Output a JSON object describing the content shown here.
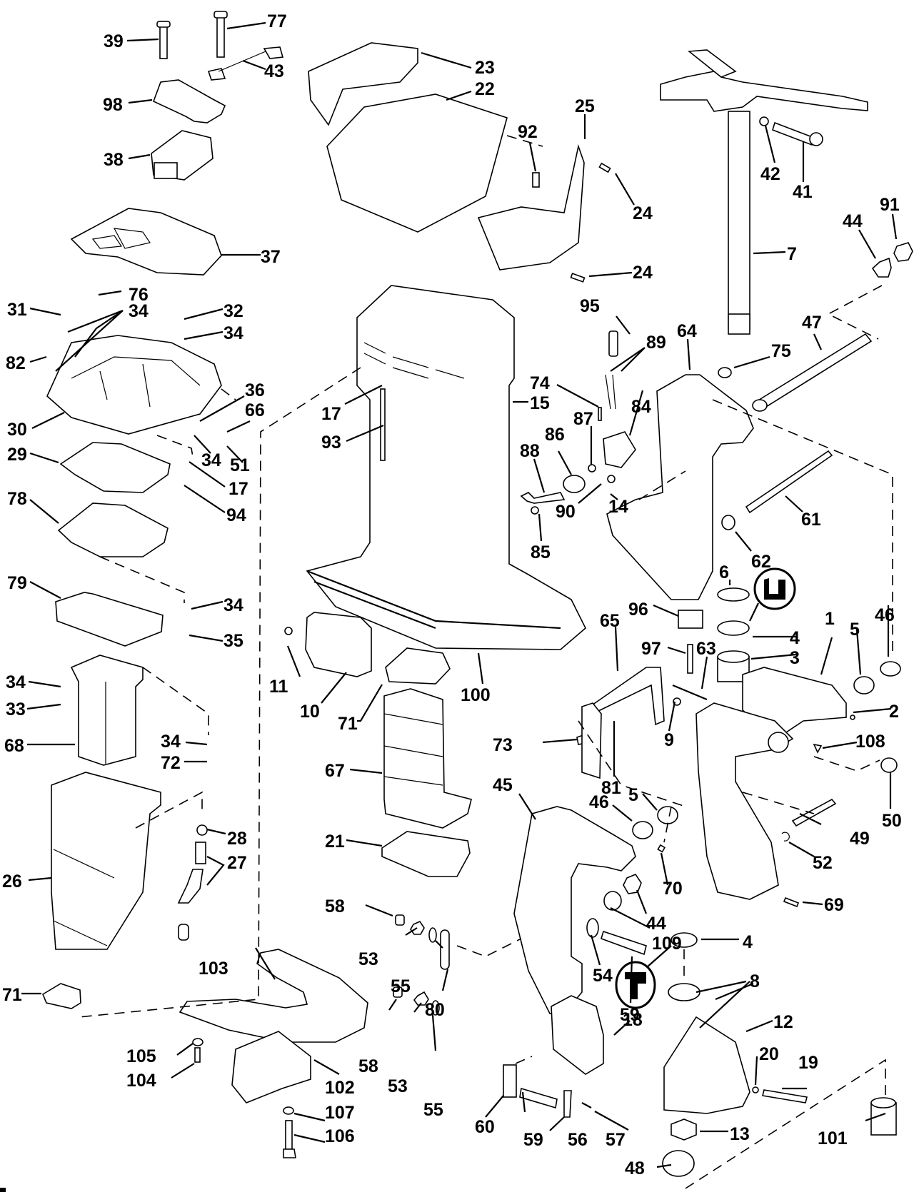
{
  "diagram": {
    "title": "",
    "type": "exploded parts diagram",
    "subject": "outboard motor midsection / exhaust housing / swivel and stern brackets",
    "callouts": [
      {
        "id": "c39",
        "label": "39"
      },
      {
        "id": "c77",
        "label": "77"
      },
      {
        "id": "c43",
        "label": "43"
      },
      {
        "id": "c98",
        "label": "98"
      },
      {
        "id": "c38",
        "label": "38"
      },
      {
        "id": "c37",
        "label": "37"
      },
      {
        "id": "c76",
        "label": "76"
      },
      {
        "id": "c31",
        "label": "31"
      },
      {
        "id": "c34a",
        "label": "34"
      },
      {
        "id": "c32",
        "label": "32"
      },
      {
        "id": "c34b",
        "label": "34"
      },
      {
        "id": "c82",
        "label": "82"
      },
      {
        "id": "c36",
        "label": "36"
      },
      {
        "id": "c66",
        "label": "66"
      },
      {
        "id": "c30",
        "label": "30"
      },
      {
        "id": "c34c",
        "label": "34"
      },
      {
        "id": "c51",
        "label": "51"
      },
      {
        "id": "c29",
        "label": "29"
      },
      {
        "id": "c17a",
        "label": "17"
      },
      {
        "id": "c94",
        "label": "94"
      },
      {
        "id": "c78",
        "label": "78"
      },
      {
        "id": "c79",
        "label": "79"
      },
      {
        "id": "c34d",
        "label": "34"
      },
      {
        "id": "c35",
        "label": "35"
      },
      {
        "id": "c34e",
        "label": "34"
      },
      {
        "id": "c33",
        "label": "33"
      },
      {
        "id": "c68",
        "label": "68"
      },
      {
        "id": "c34f",
        "label": "34"
      },
      {
        "id": "c72",
        "label": "72"
      },
      {
        "id": "c28",
        "label": "28"
      },
      {
        "id": "c27",
        "label": "27"
      },
      {
        "id": "c26",
        "label": "26"
      },
      {
        "id": "c71a",
        "label": "71"
      },
      {
        "id": "c23",
        "label": "23"
      },
      {
        "id": "c22",
        "label": "22"
      },
      {
        "id": "c25",
        "label": "25"
      },
      {
        "id": "c92",
        "label": "92"
      },
      {
        "id": "c24a",
        "label": "24"
      },
      {
        "id": "c24b",
        "label": "24"
      },
      {
        "id": "c42",
        "label": "42"
      },
      {
        "id": "c41",
        "label": "41"
      },
      {
        "id": "c7",
        "label": "7"
      },
      {
        "id": "c44a",
        "label": "44"
      },
      {
        "id": "c91",
        "label": "91"
      },
      {
        "id": "c95",
        "label": "95"
      },
      {
        "id": "c89",
        "label": "89"
      },
      {
        "id": "c64",
        "label": "64"
      },
      {
        "id": "c75",
        "label": "75"
      },
      {
        "id": "c47",
        "label": "47"
      },
      {
        "id": "c74",
        "label": "74"
      },
      {
        "id": "c17b",
        "label": "17"
      },
      {
        "id": "c15",
        "label": "15"
      },
      {
        "id": "c93",
        "label": "93"
      },
      {
        "id": "c87",
        "label": "87"
      },
      {
        "id": "c84",
        "label": "84"
      },
      {
        "id": "c86",
        "label": "86"
      },
      {
        "id": "c88",
        "label": "88"
      },
      {
        "id": "c14",
        "label": "14"
      },
      {
        "id": "c90",
        "label": "90"
      },
      {
        "id": "c85",
        "label": "85"
      },
      {
        "id": "c61",
        "label": "61"
      },
      {
        "id": "c62",
        "label": "62"
      },
      {
        "id": "c6",
        "label": "6"
      },
      {
        "id": "c96",
        "label": "96"
      },
      {
        "id": "c4a",
        "label": "4"
      },
      {
        "id": "c46a",
        "label": "46"
      },
      {
        "id": "c5a",
        "label": "5"
      },
      {
        "id": "c97",
        "label": "97"
      },
      {
        "id": "c63",
        "label": "63"
      },
      {
        "id": "c65",
        "label": "65"
      },
      {
        "id": "c3",
        "label": "3"
      },
      {
        "id": "c1",
        "label": "1"
      },
      {
        "id": "c2",
        "label": "2"
      },
      {
        "id": "c11",
        "label": "11"
      },
      {
        "id": "c10",
        "label": "10"
      },
      {
        "id": "c71b",
        "label": "71"
      },
      {
        "id": "c100",
        "label": "100"
      },
      {
        "id": "c9",
        "label": "9"
      },
      {
        "id": "c73",
        "label": "73"
      },
      {
        "id": "c81",
        "label": "81"
      },
      {
        "id": "c108",
        "label": "108"
      },
      {
        "id": "c50",
        "label": "50"
      },
      {
        "id": "c67",
        "label": "67"
      },
      {
        "id": "c45",
        "label": "45"
      },
      {
        "id": "c46b",
        "label": "46"
      },
      {
        "id": "c5b",
        "label": "5"
      },
      {
        "id": "c49",
        "label": "49"
      },
      {
        "id": "c21",
        "label": "21"
      },
      {
        "id": "c52",
        "label": "52"
      },
      {
        "id": "c70",
        "label": "70"
      },
      {
        "id": "c69",
        "label": "69"
      },
      {
        "id": "c58a",
        "label": "58"
      },
      {
        "id": "c44b",
        "label": "44"
      },
      {
        "id": "c53a",
        "label": "53"
      },
      {
        "id": "c55a",
        "label": "55"
      },
      {
        "id": "c109",
        "label": "109"
      },
      {
        "id": "c4b",
        "label": "4"
      },
      {
        "id": "c103",
        "label": "103"
      },
      {
        "id": "c80",
        "label": "80"
      },
      {
        "id": "c54",
        "label": "54"
      },
      {
        "id": "c59a",
        "label": "59"
      },
      {
        "id": "c8",
        "label": "8"
      },
      {
        "id": "c12",
        "label": "12"
      },
      {
        "id": "c18",
        "label": "18"
      },
      {
        "id": "c105",
        "label": "105"
      },
      {
        "id": "c104",
        "label": "104"
      },
      {
        "id": "c58b",
        "label": "58"
      },
      {
        "id": "c53b",
        "label": "53"
      },
      {
        "id": "c55b",
        "label": "55"
      },
      {
        "id": "c20",
        "label": "20"
      },
      {
        "id": "c19",
        "label": "19"
      },
      {
        "id": "c102",
        "label": "102"
      },
      {
        "id": "c107",
        "label": "107"
      },
      {
        "id": "c106",
        "label": "106"
      },
      {
        "id": "c60",
        "label": "60"
      },
      {
        "id": "c59b",
        "label": "59"
      },
      {
        "id": "c56",
        "label": "56"
      },
      {
        "id": "c57",
        "label": "57"
      },
      {
        "id": "c13",
        "label": "13"
      },
      {
        "id": "c101",
        "label": "101"
      },
      {
        "id": "c48",
        "label": "48"
      }
    ],
    "symbols": [
      {
        "id": "sealant-symbol-upper",
        "icon": "seal-lip-symbol"
      },
      {
        "id": "sealant-symbol-lower",
        "icon": "seal-lip-symbol"
      }
    ]
  }
}
